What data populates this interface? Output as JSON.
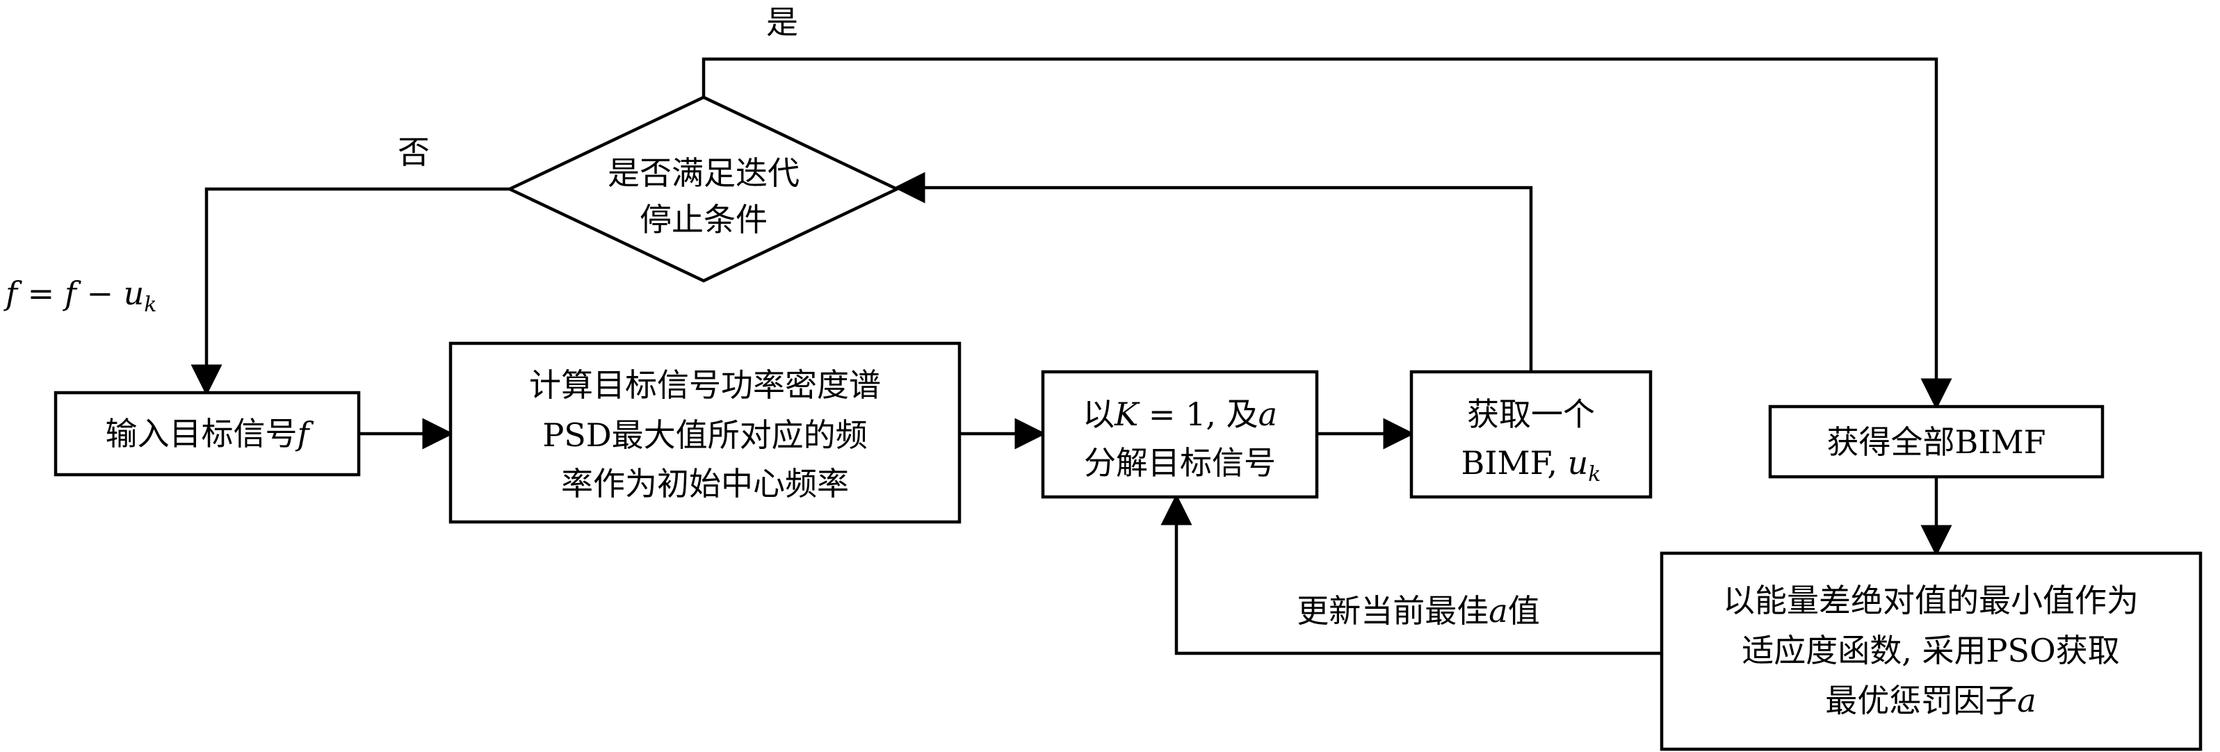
{
  "nodes": {
    "decision": {
      "line1": "是否满足迭代",
      "line2": "停止条件"
    },
    "input": {
      "text": "输入目标信号",
      "var": "f"
    },
    "psd": {
      "line1": "计算目标信号功率密度谱",
      "line2": "PSD最大值所对应的频",
      "line3": "率作为初始中心频率"
    },
    "decompose": {
      "line1_prefix": "以",
      "line1_var_k": "K",
      "line1_eq": " = 1, 及",
      "line1_var_a": "a",
      "line2": "分解目标信号"
    },
    "get_one": {
      "line1": "获取一个",
      "line2_prefix": "BIMF, ",
      "line2_var": "u",
      "line2_sub": "k"
    },
    "get_all": {
      "text": "获得全部BIMF"
    },
    "pso": {
      "line1": "以能量差绝对值的最小值作为",
      "line2": "适应度函数, 采用PSO获取",
      "line3_prefix": "最优惩罚因子",
      "line3_var": "a"
    }
  },
  "edge_labels": {
    "yes": "是",
    "no": "否",
    "update_prefix": "更新当前最佳",
    "update_var": "a",
    "update_suffix": "值",
    "feedback_f1": "f",
    "feedback_eq": " = ",
    "feedback_f2": "f",
    "feedback_minus": " − ",
    "feedback_u": "u",
    "feedback_sub": "k"
  }
}
